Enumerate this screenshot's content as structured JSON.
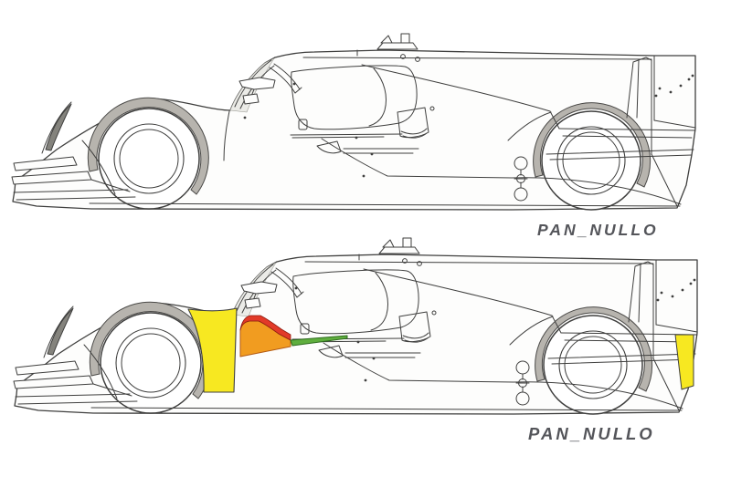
{
  "figure": {
    "type": "technical-diagram",
    "subject": "Endurance prototype race car side-view line drawing, shown twice",
    "views": [
      {
        "id": "top",
        "caption": "PAN_NULLO",
        "variant": "baseline bodywork"
      },
      {
        "id": "bottom",
        "caption": "PAN_NULLO",
        "variant": "bodywork comparison zones highlighted"
      }
    ]
  },
  "highlight_zones": [
    {
      "name": "front-side-panel",
      "color_key": "yellow"
    },
    {
      "name": "cockpit-upper-trim",
      "color_key": "red"
    },
    {
      "name": "cockpit-side-panel",
      "color_key": "orange"
    },
    {
      "name": "sill-strip",
      "color_key": "green"
    },
    {
      "name": "rear-tail-panel",
      "color_key": "yellow"
    }
  ],
  "colors": {
    "yellow": "#F7E821",
    "orange": "#F19C20",
    "red": "#E23A28",
    "green": "#5FAE3E",
    "wheel_arch_gray": "#B7B4AE",
    "glass_gray": "#EBEBE7",
    "body_fill": "#FDFDFC",
    "line": "#3F3F3E",
    "label": "#54555A",
    "background": "#FFFFFF"
  }
}
